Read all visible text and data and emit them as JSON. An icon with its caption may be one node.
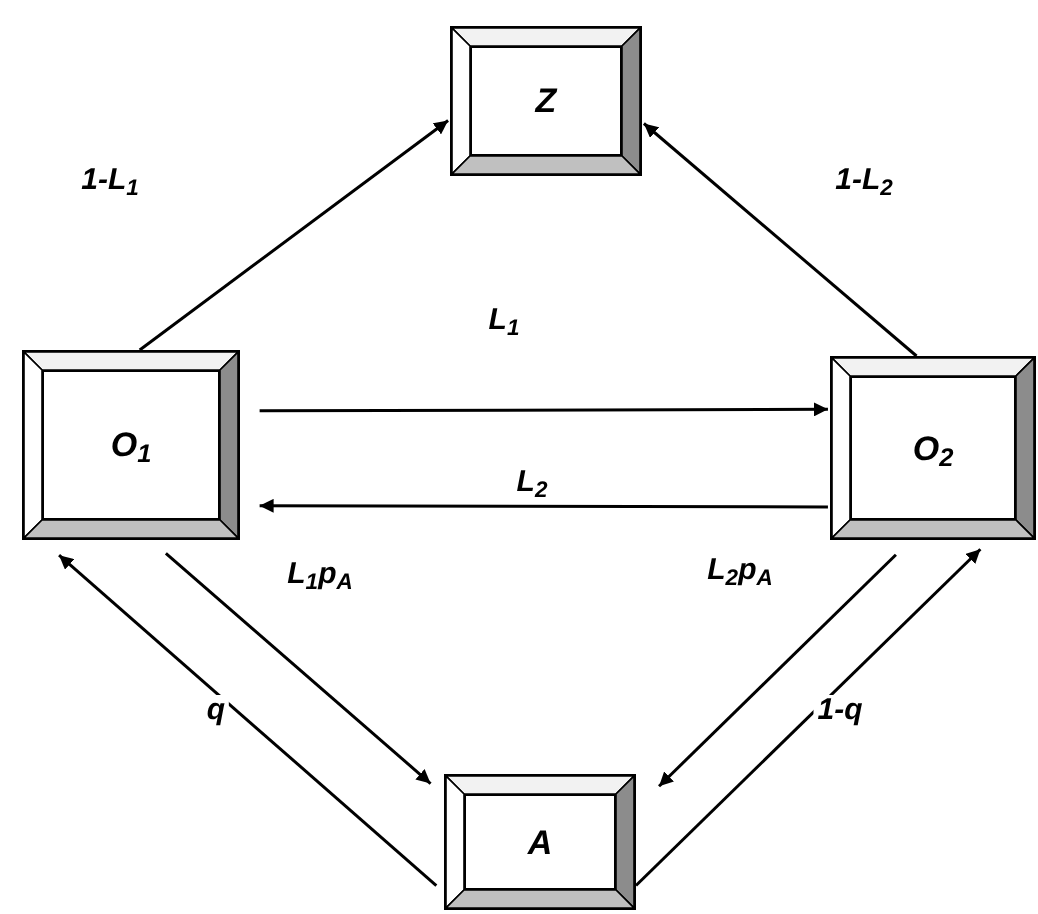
{
  "diagram": {
    "nodes": [
      {
        "text": [
          "Z"
        ]
      },
      {
        "text": [
          "O$_{1}$"
        ]
      },
      {
        "text": [
          "O$_{2}$"
        ]
      },
      {
        "text": [
          "A"
        ]
      }
    ],
    "edges": [
      {
        "from": 1,
        "to": 0,
        "arrow": "to",
        "label": "1-L$_{1}$"
      },
      {
        "from": 2,
        "to": 0,
        "arrow": "to",
        "label": "1-L$_{2}$"
      },
      {
        "from": 1,
        "to": 2,
        "arrow": "to",
        "label": "L$_{1}$"
      },
      {
        "from": 2,
        "to": 1,
        "arrow": "to",
        "label": "L$_{2}$"
      },
      {
        "from": 1,
        "to": 3,
        "arrow": "to",
        "label": "L$_{1}$p$_{A}$"
      },
      {
        "from": 3,
        "to": 1,
        "arrow": "to",
        "label": "q"
      },
      {
        "from": 2,
        "to": 3,
        "arrow": "to",
        "label": "L$_{2}$p$_{A}$"
      },
      {
        "from": 3,
        "to": 2,
        "arrow": "to",
        "label": "1-q"
      }
    ]
  }
}
